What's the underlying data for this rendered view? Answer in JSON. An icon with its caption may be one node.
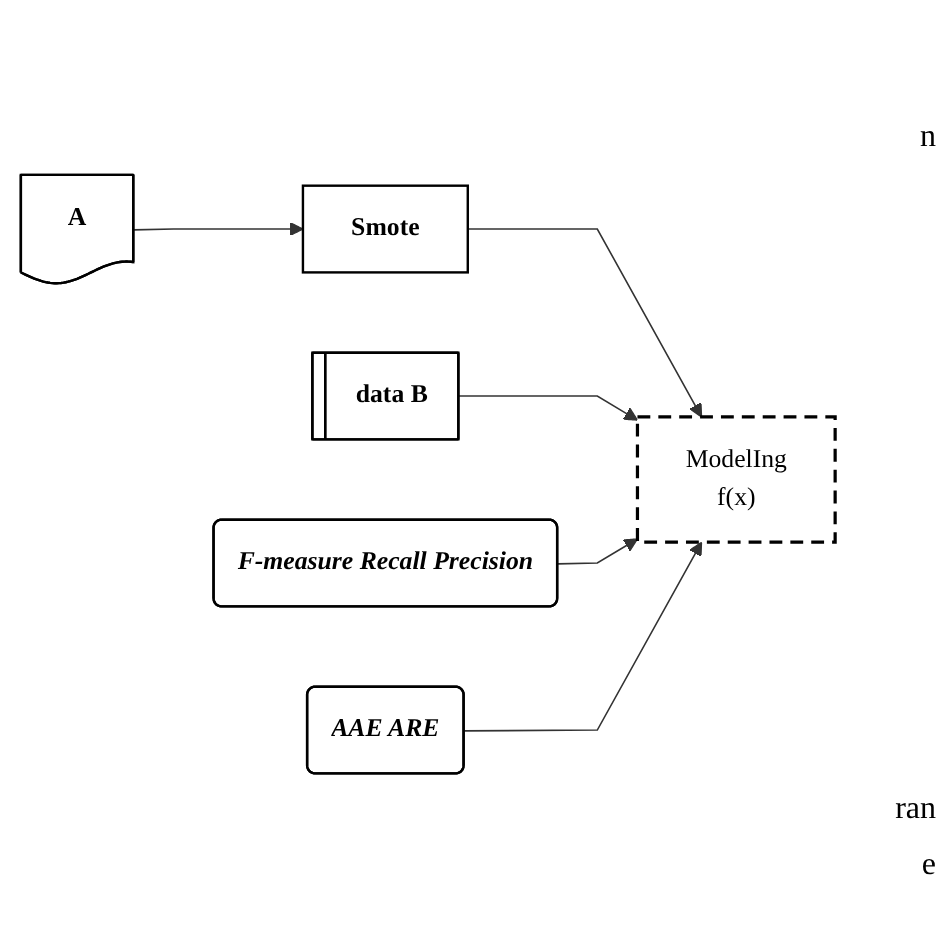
{
  "diagram": {
    "nodes": [
      {
        "text": [
          "A"
        ]
      },
      {
        "text": [
          "Smote"
        ]
      },
      {
        "text": [
          "data B"
        ]
      },
      {
        "text": [
          "F-measure Recall Precision"
        ]
      },
      {
        "text": [
          "ModelIng",
          "f(x)"
        ]
      },
      {
        "text": [
          "AAE ARE"
        ]
      }
    ],
    "edges": [
      {
        "from": 0,
        "to": 1,
        "arrow": "to"
      },
      {
        "from": 1,
        "to": 4,
        "arrow": "to"
      },
      {
        "from": 2,
        "to": 4,
        "arrow": "to"
      },
      {
        "from": 3,
        "to": 4,
        "arrow": "to"
      },
      {
        "from": 5,
        "to": 4,
        "arrow": "to"
      }
    ],
    "labels": [
      "n",
      "ran",
      "e"
    ]
  }
}
